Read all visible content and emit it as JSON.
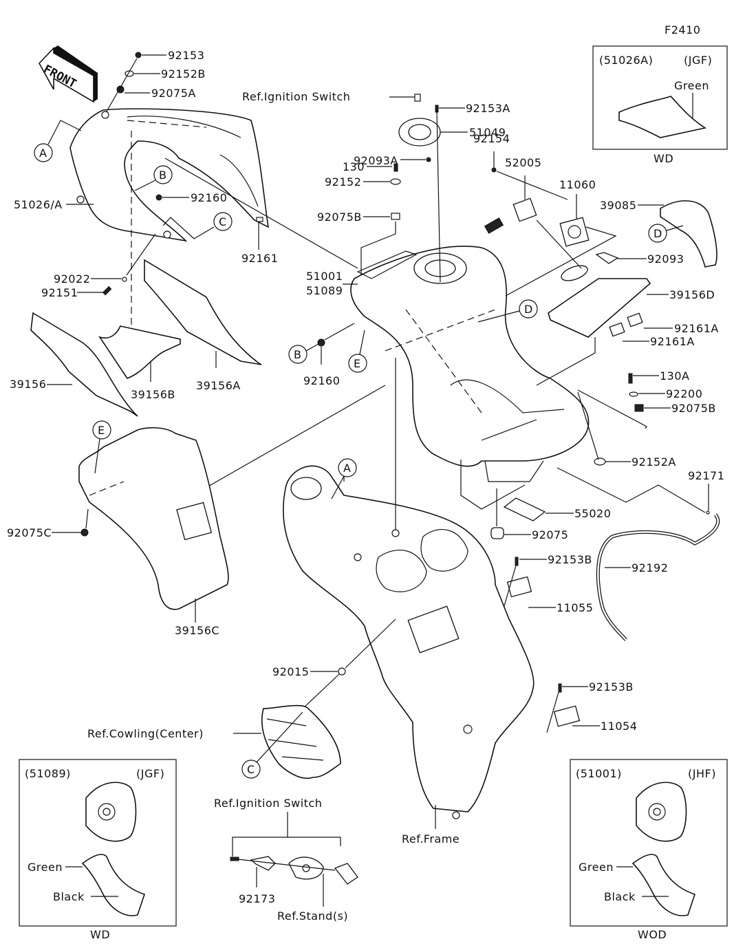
{
  "diagram": {
    "figure_code": "F2410",
    "front_arrow": "FRONT",
    "callout_letters": [
      "A",
      "B",
      "C",
      "D",
      "E"
    ],
    "parts": {
      "p92153": "92153",
      "p92152B": "92152B",
      "p92075A": "92075A",
      "p51026A": "51026/A",
      "p92160a": "92160",
      "p92022": "92022",
      "p92151": "92151",
      "p39156": "39156",
      "p39156B": "39156B",
      "p39156A": "39156A",
      "p92161": "92161",
      "ref_ignition_top": "Ref.Ignition Switch",
      "p92153A": "92153A",
      "p51049": "51049",
      "p92093A": "92093A",
      "p130": "130",
      "p92152": "92152",
      "p92075B_top": "92075B",
      "p51001": "51001",
      "p51089": "51089",
      "p92160b": "92160",
      "p92154": "92154",
      "p52005": "52005",
      "p11060": "11060",
      "p39085": "39085",
      "p92093": "92093",
      "p39156D": "39156D",
      "p92161A_1": "92161A",
      "p92161A_2": "92161A",
      "p130A": "130A",
      "p92200": "92200",
      "p92075B_right": "92075B",
      "p92152A": "92152A",
      "p92171": "92171",
      "p55020": "55020",
      "p92075": "92075",
      "p92192": "92192",
      "p92153B_1": "92153B",
      "p11055": "11055",
      "p92153B_2": "92153B",
      "p11054": "11054",
      "p92075C": "92075C",
      "p39156C": "39156C",
      "p92015": "92015",
      "ref_cowling": "Ref.Cowling(Center)",
      "ref_frame": "Ref.Frame",
      "ref_ignition_bottom": "Ref.Ignition Switch",
      "p92173": "92173",
      "ref_stand": "Ref.Stand(s)"
    },
    "insets": [
      {
        "part": "(51026A)",
        "code": "(JGF)",
        "color_labels": [
          "Green"
        ],
        "caption": "WD"
      },
      {
        "part": "(51089)",
        "code": "(JGF)",
        "color_labels": [
          "Green",
          "Black"
        ],
        "caption": "WD"
      },
      {
        "part": "(51001)",
        "code": "(JHF)",
        "color_labels": [
          "Green",
          "Black"
        ],
        "caption": "WOD"
      }
    ]
  }
}
